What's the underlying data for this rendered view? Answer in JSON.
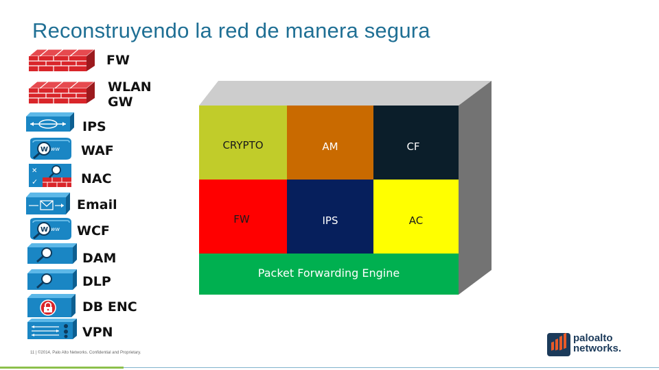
{
  "slide": {
    "title": "Reconstruyendo la red de manera segura",
    "footer": "11  |  ©2014, Palo Alto Networks. Confidential and Proprietary."
  },
  "devices": [
    {
      "id": "fw",
      "label": "FW",
      "icon": "firewall-icon"
    },
    {
      "id": "wlan-gw",
      "label": "WLAN\nGW",
      "icon": "firewall-icon"
    },
    {
      "id": "ips",
      "label": "IPS",
      "icon": "ips-switch-icon"
    },
    {
      "id": "waf",
      "label": "WAF",
      "icon": "www-magnifier-icon"
    },
    {
      "id": "nac",
      "label": "NAC",
      "icon": "nac-icon"
    },
    {
      "id": "email",
      "label": "Email",
      "icon": "email-switch-icon"
    },
    {
      "id": "wcf",
      "label": "WCF",
      "icon": "www-magnifier-icon"
    },
    {
      "id": "dam",
      "label": "DAM",
      "icon": "magnifier-switch-icon"
    },
    {
      "id": "dlp",
      "label": "DLP",
      "icon": "magnifier-switch-icon"
    },
    {
      "id": "db-enc",
      "label": "DB ENC",
      "icon": "lock-icon"
    },
    {
      "id": "vpn",
      "label": "VPN",
      "icon": "vpn-concentrator-icon"
    }
  ],
  "platform": {
    "cells": [
      {
        "id": "crypto",
        "label": "CRYPTO",
        "color": "#c1cc2a",
        "text_color": "#1a1a1a"
      },
      {
        "id": "am",
        "label": "AM",
        "color": "#c96a00",
        "text_color": "#ffffff"
      },
      {
        "id": "cf",
        "label": "CF",
        "color": "#0b1e2a",
        "text_color": "#ffffff"
      },
      {
        "id": "fw",
        "label": "FW",
        "color": "#ff0000",
        "text_color": "#1a1a1a"
      },
      {
        "id": "ips",
        "label": "IPS",
        "color": "#061f5c",
        "text_color": "#ffffff"
      },
      {
        "id": "ac",
        "label": "AC",
        "color": "#ffff00",
        "text_color": "#1a1a1a"
      }
    ],
    "base_label": "Packet Forwarding Engine",
    "base_color": "#00b050"
  },
  "brand": {
    "name_line1": "paloalto",
    "name_line2": "networks.",
    "accent": "#e85a28"
  },
  "colors": {
    "title": "#1f6f94",
    "firewall_red": "#d9252a",
    "switch_blue": "#1a86c4"
  }
}
